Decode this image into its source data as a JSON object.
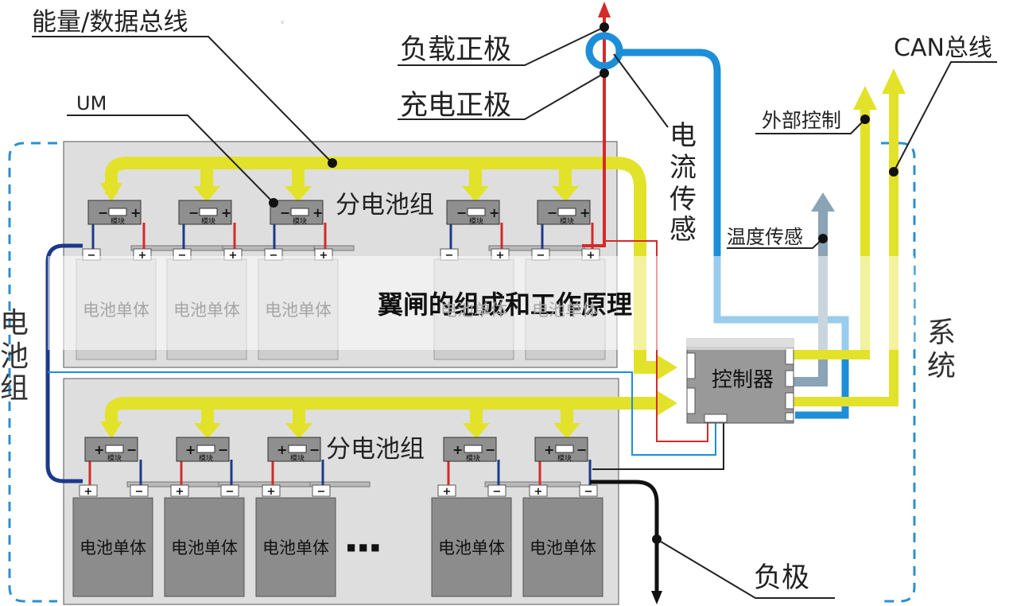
{
  "labels": {
    "energy_bus": "能量/数据总线",
    "um": "UM",
    "load_pos": "负载正极",
    "charge_pos": "充电正极",
    "current_sense": [
      "电",
      "流",
      "传",
      "感"
    ],
    "can_bus": "CAN总线",
    "external_ctrl": "外部控制",
    "temp_sense": "温度传感",
    "sub_pack": "分电池组",
    "controller": "控制器",
    "battery_pack": [
      "电",
      "池",
      "组"
    ],
    "system": [
      "系",
      "统"
    ],
    "negative": "负极",
    "banner": "翼闸的组成和工作原理",
    "cell": "电池单体",
    "module": "模块",
    "dots": "■  ■  ■",
    "plus": "+",
    "minus": "−",
    "small_dot": "◦"
  },
  "colors": {
    "yellow": "#e3e22a",
    "blue": "#1d8ed8",
    "lightblue": "#8ec9ee",
    "navy": "#1c3a8a",
    "red": "#d42a2a",
    "gray_arrow": "#8aa3b6",
    "dash": "#2d8fd0",
    "panel": "#dedede",
    "cell_top": "#cdcdcd",
    "cell_bottom": "#8c8c8c",
    "module": "#8f8f8f",
    "controller": "#999999"
  }
}
